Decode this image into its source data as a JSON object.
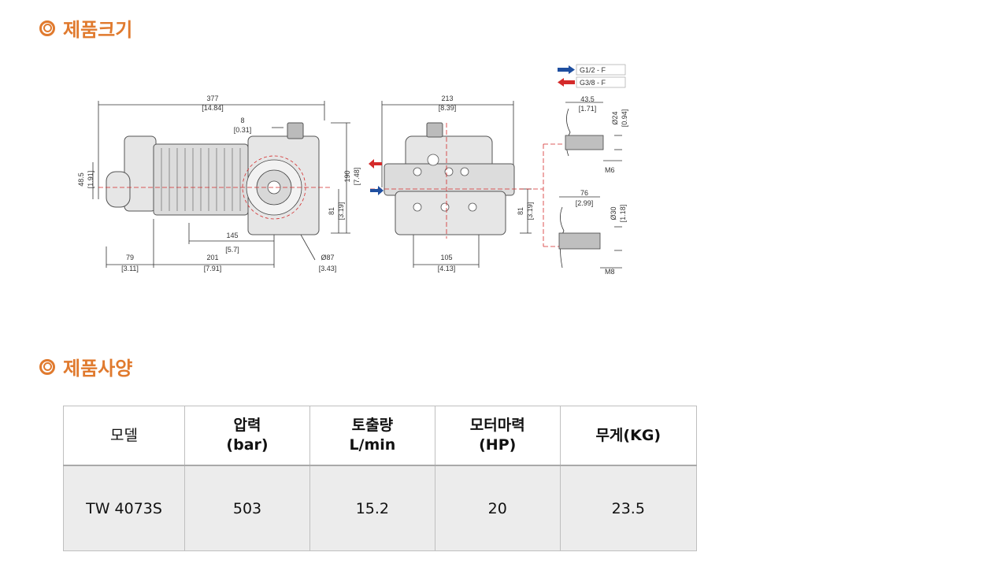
{
  "sections": {
    "size_title": "제품크기",
    "spec_title": "제품사양"
  },
  "drawing": {
    "side": {
      "overall": "377",
      "overall_in": "[14.84]",
      "offset": "8",
      "offset_in": "[0.31]",
      "height": "190",
      "height_in": "[7.48]",
      "shaft_h": "81",
      "shaft_h_in": "[3.19]",
      "left_h": "48.5",
      "left_h_in": "[1.91]",
      "base": "145",
      "base_in": "[5.7]",
      "a": "79",
      "a_in": "[3.11]",
      "b": "201",
      "b_in": "[7.91]",
      "dia": "Ø87",
      "dia_in": "[3.43]"
    },
    "front": {
      "width": "213",
      "width_in": "[8.39]",
      "height": "81",
      "height_in": "[3.19]",
      "base": "105",
      "base_in": "[4.13]"
    },
    "ports": {
      "inlet": "G1/2 - F",
      "outlet": "G3/8 - F",
      "top_len": "43.5",
      "top_len_in": "[1.71]",
      "top_dia": "Ø24",
      "top_dia_in": "[0.94]",
      "top_thread": "M6",
      "bot_len": "76",
      "bot_len_in": "[2.99]",
      "bot_dia": "Ø30",
      "bot_dia_in": "[1.18]",
      "bot_thread": "M8"
    }
  },
  "table": {
    "headers": [
      {
        "l1": "모델",
        "l2": ""
      },
      {
        "l1": "압력",
        "l2": "(bar)"
      },
      {
        "l1": "토출량",
        "l2": "L/min"
      },
      {
        "l1": "모터마력",
        "l2": "(HP)"
      },
      {
        "l1": "무게(KG)",
        "l2": ""
      }
    ],
    "row": [
      "TW 4073S",
      "503",
      "15.2",
      "20",
      "23.5"
    ]
  },
  "colors": {
    "accent": "#e07a2e",
    "inlet_arrow": "#1f4fa0",
    "outlet_arrow": "#d42a2a"
  }
}
